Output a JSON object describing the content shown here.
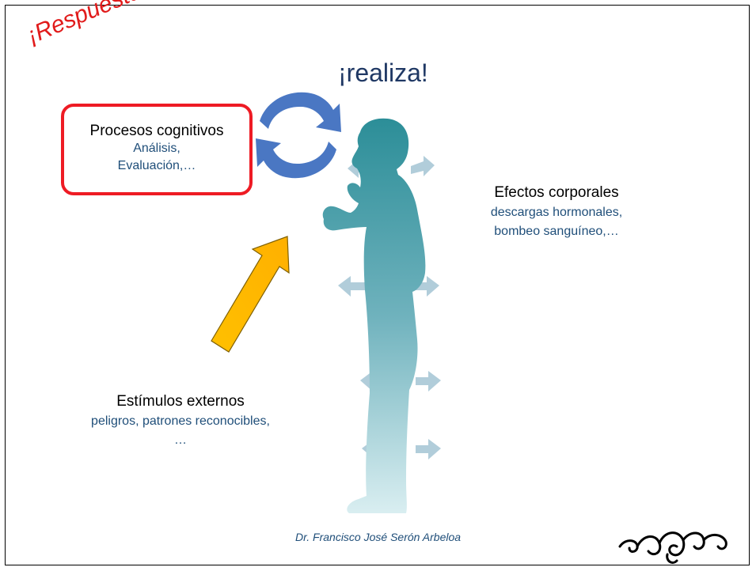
{
  "slide": {
    "stamp": "¡Respuesta!",
    "title": "¡realiza!",
    "cognitive": {
      "heading": "Procesos cognitivos",
      "line1": "Análisis,",
      "line2": "Evaluación,…"
    },
    "effects": {
      "heading": "Efectos corporales",
      "line1": "descargas hormonales,",
      "line2": "bombeo sanguíneo,…"
    },
    "stimuli": {
      "heading": "Estímulos externos",
      "line1": "peligros, patrones reconocibles,",
      "line2": "…"
    },
    "footer": "Dr. Francisco José Serón Arbeloa"
  },
  "colors": {
    "title": "#1f3864",
    "subtext": "#1f4e79",
    "stamp": "#e11b1b",
    "box_border": "#ee1b24",
    "cycle_arrow": "#4a77c3",
    "stimulus_arrow": "#ffc000",
    "figure_top": "#2c8e98",
    "figure_bottom": "#d6ecef",
    "side_arrows": "#a9c8d6"
  },
  "icons": [
    "cycle-arrows-icon",
    "stimulus-arrow-icon",
    "human-figure-icon",
    "ornament-icon"
  ]
}
